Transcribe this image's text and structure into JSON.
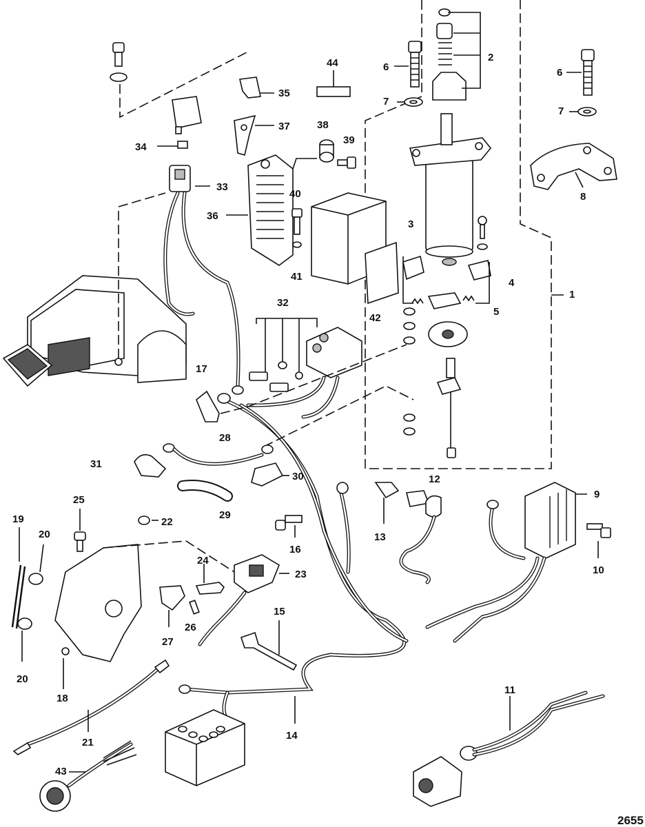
{
  "figure_number": "2655",
  "callouts": [
    {
      "id": "1",
      "label": "1"
    },
    {
      "id": "2",
      "label": "2"
    },
    {
      "id": "3",
      "label": "3"
    },
    {
      "id": "4",
      "label": "4"
    },
    {
      "id": "5",
      "label": "5"
    },
    {
      "id": "6a",
      "label": "6"
    },
    {
      "id": "6b",
      "label": "6"
    },
    {
      "id": "7a",
      "label": "7"
    },
    {
      "id": "7b",
      "label": "7"
    },
    {
      "id": "8",
      "label": "8"
    },
    {
      "id": "9",
      "label": "9"
    },
    {
      "id": "10",
      "label": "10"
    },
    {
      "id": "11",
      "label": "11"
    },
    {
      "id": "12",
      "label": "12"
    },
    {
      "id": "13",
      "label": "13"
    },
    {
      "id": "14",
      "label": "14"
    },
    {
      "id": "15",
      "label": "15"
    },
    {
      "id": "16",
      "label": "16"
    },
    {
      "id": "17",
      "label": "17"
    },
    {
      "id": "18",
      "label": "18"
    },
    {
      "id": "19",
      "label": "19"
    },
    {
      "id": "20a",
      "label": "20"
    },
    {
      "id": "20b",
      "label": "20"
    },
    {
      "id": "21",
      "label": "21"
    },
    {
      "id": "22",
      "label": "22"
    },
    {
      "id": "23",
      "label": "23"
    },
    {
      "id": "24",
      "label": "24"
    },
    {
      "id": "25",
      "label": "25"
    },
    {
      "id": "26",
      "label": "26"
    },
    {
      "id": "27",
      "label": "27"
    },
    {
      "id": "28",
      "label": "28"
    },
    {
      "id": "29",
      "label": "29"
    },
    {
      "id": "30",
      "label": "30"
    },
    {
      "id": "31",
      "label": "31"
    },
    {
      "id": "32",
      "label": "32"
    },
    {
      "id": "33",
      "label": "33"
    },
    {
      "id": "34",
      "label": "34"
    },
    {
      "id": "35",
      "label": "35"
    },
    {
      "id": "36",
      "label": "36"
    },
    {
      "id": "37",
      "label": "37"
    },
    {
      "id": "38",
      "label": "38"
    },
    {
      "id": "39",
      "label": "39"
    },
    {
      "id": "40",
      "label": "40"
    },
    {
      "id": "41",
      "label": "41"
    },
    {
      "id": "42",
      "label": "42"
    },
    {
      "id": "43",
      "label": "43"
    },
    {
      "id": "44",
      "label": "44"
    }
  ]
}
